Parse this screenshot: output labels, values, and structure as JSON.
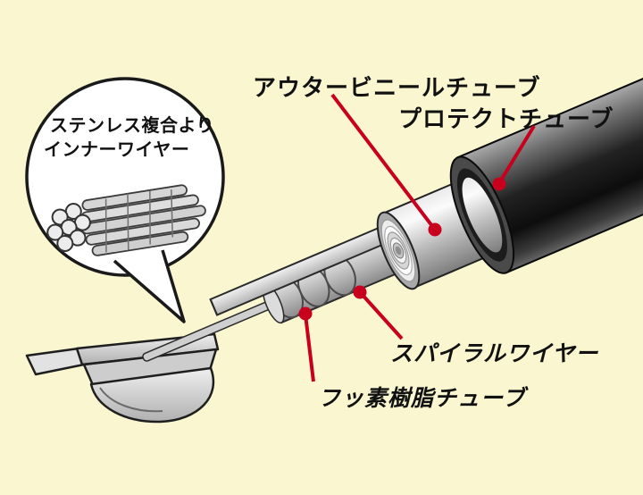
{
  "colors": {
    "background": "#f9f6d0",
    "accent_red": "#c8001e",
    "ink": "#111111",
    "metal_light": "#efefef",
    "metal_dark": "#707070",
    "protect_tube_dark": "#111111"
  },
  "inset": {
    "line1": "ステンレス複合より",
    "line2": "インナーワイヤー"
  },
  "labels": {
    "outer_vinyl_tube": "アウタービニールチューブ",
    "protect_tube": "プロテクトチューブ",
    "spiral_wire": "スパイラルワイヤー",
    "fluoro_resin_tube": "フッ素樹脂チューブ"
  }
}
